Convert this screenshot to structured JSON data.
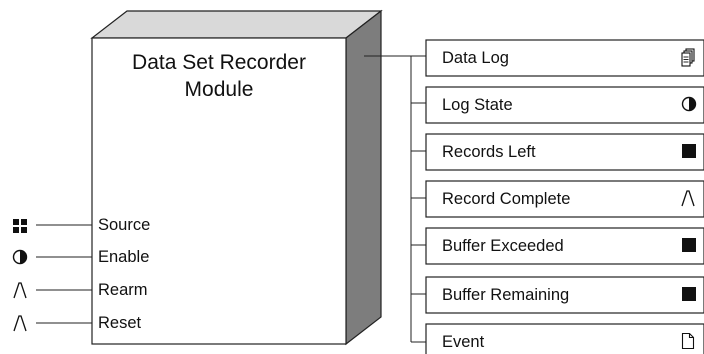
{
  "module": {
    "title_line1": "Data Set Recorder",
    "title_line2": "Module"
  },
  "inputs": [
    {
      "label": "Source",
      "icon": "numeric-quad-icon"
    },
    {
      "label": "Enable",
      "icon": "boolean-half-circle-icon"
    },
    {
      "label": "Rearm",
      "icon": "pulse-icon"
    },
    {
      "label": "Reset",
      "icon": "pulse-icon"
    }
  ],
  "outputs": [
    {
      "label": "Data Log",
      "icon": "log-pages-icon"
    },
    {
      "label": "Log State",
      "icon": "boolean-half-circle-icon"
    },
    {
      "label": "Records Left",
      "icon": "numeric-square-icon"
    },
    {
      "label": "Record Complete",
      "icon": "pulse-icon"
    },
    {
      "label": "Buffer Exceeded",
      "icon": "numeric-square-icon"
    },
    {
      "label": "Buffer Remaining",
      "icon": "numeric-square-icon"
    },
    {
      "label": "Event",
      "icon": "event-page-icon"
    }
  ],
  "colors": {
    "module_side": "#7d7d7d",
    "module_top": "#d9d9d9",
    "module_front": "#ffffff",
    "stroke": "#222222"
  }
}
